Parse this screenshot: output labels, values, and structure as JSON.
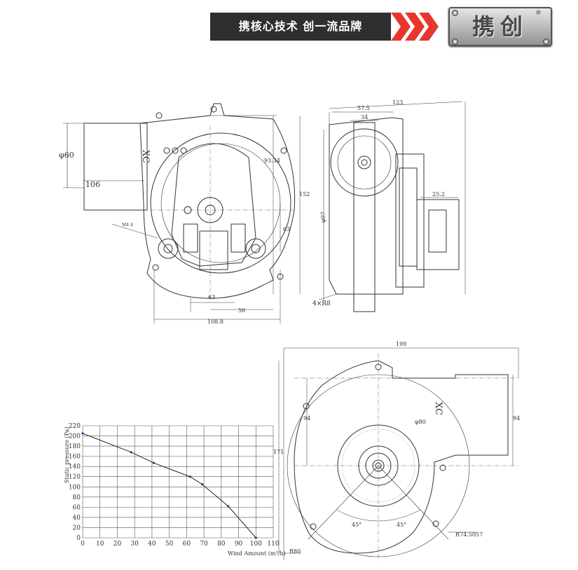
{
  "header": {
    "slogan": "携核心技术 创一流品牌",
    "logo": "携创",
    "reg_mark": "®"
  },
  "front_view": {
    "xc": "XC",
    "dia_60": "φ60",
    "dim_106": "106",
    "dim_93": "93.34",
    "dim_152": "152",
    "dim_63_right": "63",
    "dim_63_bottom": "63",
    "dim_56": "56",
    "dim_108": "108.8",
    "screw_label": "M4 4"
  },
  "side_view": {
    "dim_123": "123",
    "dim_57": "57.5",
    "dim_34": "34",
    "dim_25": "25.2",
    "dia_97": "φ97",
    "holes": "4×R8"
  },
  "bottom_view": {
    "dim_199": "199",
    "dim_94_left": "94",
    "dim_94_right": "94",
    "dim_171": "171",
    "dia_80": "φ80",
    "angle_left": "45°",
    "angle_right": "45°",
    "radius": "R74.5057",
    "r80": "R80",
    "xc": "XC"
  },
  "chart_data": {
    "type": "line",
    "xlabel": "Wind Amount (m³/h)",
    "ylabel": "Static pressure (Pa)",
    "xlim": [
      0,
      110
    ],
    "ylim": [
      0,
      220
    ],
    "xticks": [
      0,
      10,
      20,
      30,
      40,
      50,
      60,
      70,
      80,
      90,
      100,
      110
    ],
    "yticks": [
      0,
      20,
      40,
      60,
      80,
      100,
      120,
      140,
      160,
      180,
      200,
      220
    ],
    "grid": true,
    "series": [
      {
        "x": [
          0,
          28,
          41,
          62,
          69,
          84,
          100
        ],
        "y": [
          205,
          168,
          147,
          120,
          105,
          62,
          0
        ]
      }
    ]
  }
}
